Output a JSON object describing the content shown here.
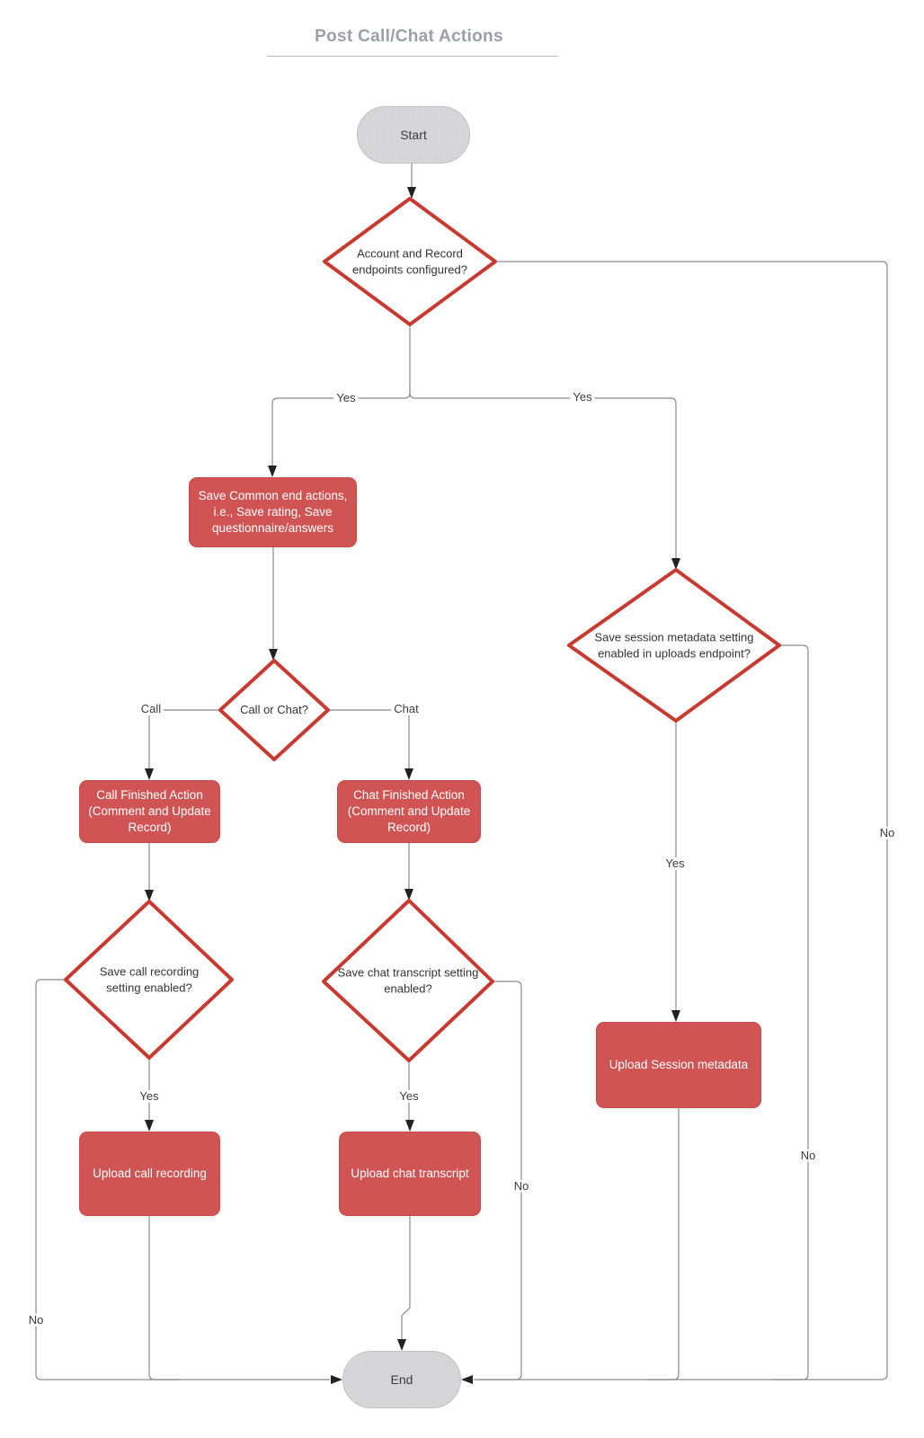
{
  "title": "Post Call/Chat Actions",
  "colors": {
    "process_fill": "#d15454",
    "decision_border": "#c8392f",
    "terminator_fill": "#d6d6d8",
    "connector": "#8a8a8a",
    "title_text": "#9aa0a8"
  },
  "nodes": {
    "start": {
      "label": "Start",
      "type": "terminator"
    },
    "d_endpoints": {
      "label": "Account and Record endpoints configured?",
      "type": "decision"
    },
    "box_common": {
      "label": "Save Common end actions, i.e., Save rating, Save questionnaire/answers",
      "type": "process"
    },
    "d_call_chat": {
      "label": "Call or Chat?",
      "type": "decision"
    },
    "box_call_finished": {
      "label": "Call Finished Action (Comment and Update Record)",
      "type": "process"
    },
    "box_chat_finished": {
      "label": "Chat Finished Action (Comment and Update Record)",
      "type": "process"
    },
    "d_save_recording": {
      "label": "Save call recording setting enabled?",
      "type": "decision"
    },
    "d_save_transcript": {
      "label": "Save chat transcript setting enabled?",
      "type": "decision"
    },
    "d_session_metadata": {
      "label": "Save session metadata setting enabled in uploads endpoint?",
      "type": "decision"
    },
    "box_upload_recording": {
      "label": "Upload call recording",
      "type": "process"
    },
    "box_upload_transcript": {
      "label": "Upload chat transcript",
      "type": "process"
    },
    "box_upload_session": {
      "label": "Upload Session metadata",
      "type": "process"
    },
    "end": {
      "label": "End",
      "type": "terminator"
    }
  },
  "edge_labels": {
    "yes_left": "Yes",
    "yes_right": "Yes",
    "no_endpoints": "No",
    "call": "Call",
    "chat": "Chat",
    "yes_recording": "Yes",
    "yes_transcript": "Yes",
    "no_recording": "No",
    "no_transcript": "No",
    "yes_session": "Yes",
    "no_session": "No"
  }
}
